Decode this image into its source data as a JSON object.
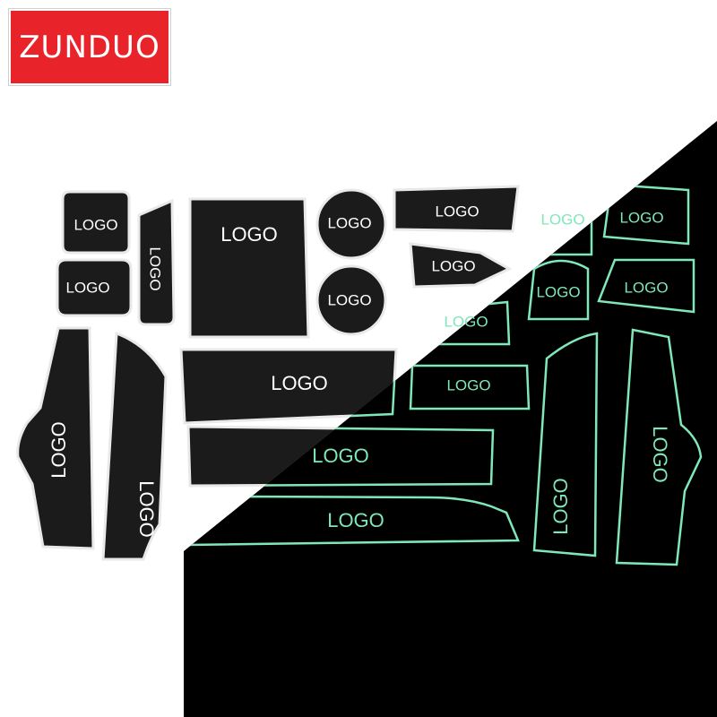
{
  "brand": {
    "name": "ZUNDUO"
  },
  "colors": {
    "background_light": "#ffffff",
    "background_dark": "#000000",
    "brand_red": "#e8242a",
    "pad_black": "#1b1b1b",
    "glow_green": "#7fe8b8"
  },
  "pads": [
    {
      "id": "pad-square-top",
      "label": "LOGO"
    },
    {
      "id": "pad-square-bottom",
      "label": "LOGO"
    },
    {
      "id": "pad-narrow-vertical",
      "label": "LOGO"
    },
    {
      "id": "pad-large-rect",
      "label": "LOGO"
    },
    {
      "id": "pad-coaster-top",
      "label": "LOGO"
    },
    {
      "id": "pad-coaster-bottom",
      "label": "LOGO"
    },
    {
      "id": "pad-wide-top",
      "label": "LOGO"
    },
    {
      "id": "pad-mid-1",
      "label": "LOGO"
    },
    {
      "id": "pad-mid-2",
      "label": "LOGO"
    },
    {
      "id": "pad-mid-3",
      "label": "LOGO"
    },
    {
      "id": "pad-door-left-1",
      "label": "LOGO"
    },
    {
      "id": "pad-door-left-2",
      "label": "LOGO"
    },
    {
      "id": "pad-long-1",
      "label": "LOGO"
    },
    {
      "id": "pad-long-2",
      "label": "LOGO"
    },
    {
      "id": "pad-long-3",
      "label": "LOGO"
    },
    {
      "id": "pad-glow-cup-1",
      "label": "LOGO"
    },
    {
      "id": "pad-glow-trap-1",
      "label": "LOGO"
    },
    {
      "id": "pad-glow-cup-2",
      "label": "LOGO"
    },
    {
      "id": "pad-glow-trap-2",
      "label": "LOGO"
    },
    {
      "id": "pad-door-right-1",
      "label": "LOGO"
    },
    {
      "id": "pad-door-right-2",
      "label": "LOGO"
    }
  ]
}
